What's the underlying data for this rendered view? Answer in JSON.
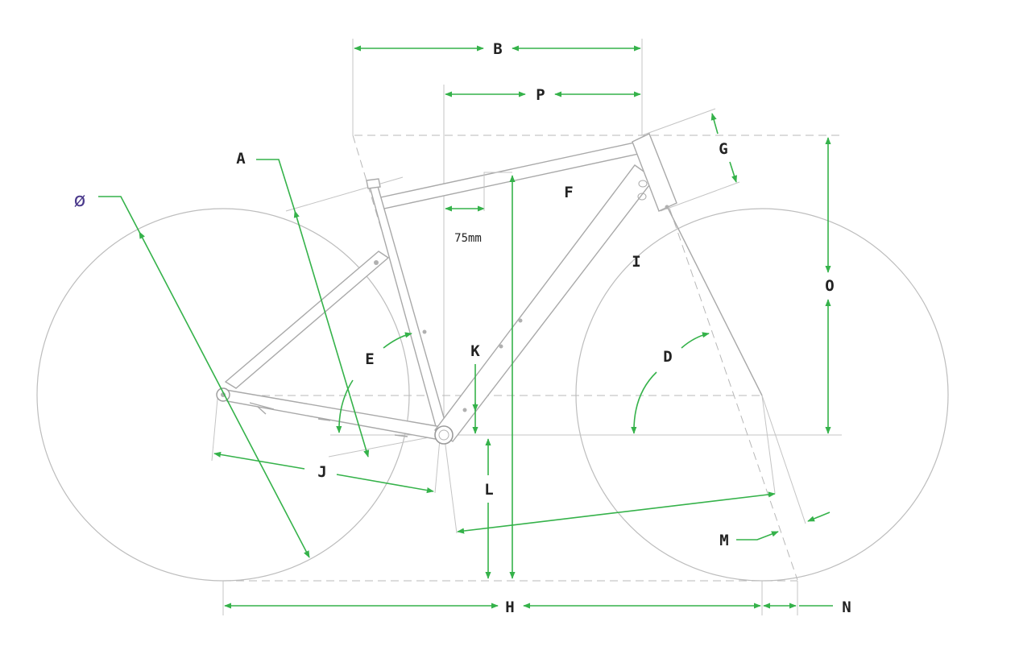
{
  "diagram": {
    "labels": {
      "A": "A",
      "B": "B",
      "D": "D",
      "E": "E",
      "F": "F",
      "G": "G",
      "H": "H",
      "I": "I",
      "J": "J",
      "K": "K",
      "L": "L",
      "M": "M",
      "N": "N",
      "O": "O",
      "P": "P",
      "wheel_diameter": "ø",
      "offset_note": "75mm"
    },
    "colors": {
      "dimension": "#35b24a",
      "frame": "#a9a9a9",
      "wheel": "#bdbdbd",
      "diameter_symbol": "#4b3a8c"
    }
  }
}
